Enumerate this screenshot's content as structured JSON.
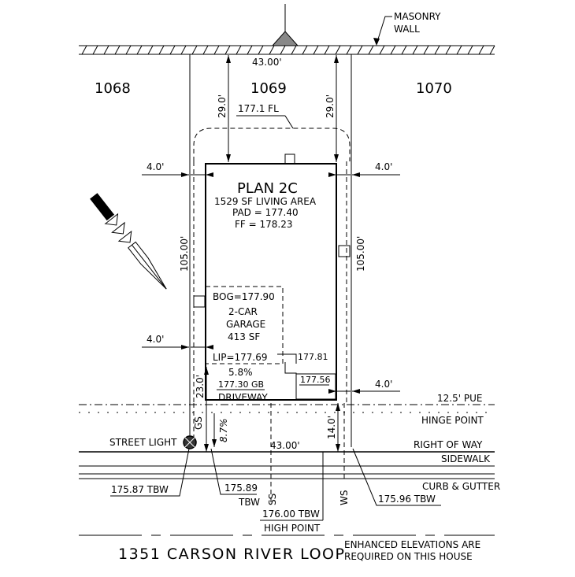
{
  "wall": {
    "label_line1": "MASONRY",
    "label_line2": "WALL"
  },
  "lots": {
    "left": "1068",
    "center": "1069",
    "right": "1070"
  },
  "dimensions": {
    "rear_width": "43.00'",
    "front_width": "43.00'",
    "rear_setback_left": "29.0'",
    "rear_setback_right": "29.0'",
    "side_setback_left_top": "4.0'",
    "side_setback_right_top": "4.0'",
    "side_setback_left_bottom": "4.0'",
    "side_setback_right_bottom": "4.0'",
    "depth_left": "105.00'",
    "depth_right": "105.00'",
    "front_setback_garage": "23.0'",
    "front_setback_right": "14.0'",
    "driveway_slope": "8.7%"
  },
  "flowline": "177.1 FL",
  "plan": {
    "name": "PLAN 2C",
    "living_area": "1529 SF LIVING AREA",
    "pad": "PAD = 177.40",
    "ff": "FF = 178.23"
  },
  "garage": {
    "bog": "BOG=177.90",
    "line1": "2-CAR",
    "line2": "GARAGE",
    "line3": "413 SF",
    "lip": "LIP=177.69"
  },
  "elevations": {
    "porch_top": "177.81",
    "porch_bottom": "177.56",
    "driveway_pct": "5.8%",
    "gb": "177.30 GB",
    "driveway": "DRIVEWAY"
  },
  "lines": {
    "pue": "12.5' PUE",
    "hinge": "HINGE POINT",
    "row": "RIGHT OF WAY",
    "sidewalk": "SIDEWALK",
    "curb": "CURB & GUTTER"
  },
  "utilities": {
    "gs": "GS",
    "ss": "SS",
    "ws": "WS"
  },
  "street_light": "STREET LIGHT",
  "tbw": {
    "left": "175.87 TBW",
    "mid_value": "175.89",
    "mid_unit": "TBW",
    "right": "175.96 TBW",
    "high_value": "176.00 TBW",
    "high_label": "HIGH POINT"
  },
  "street": "1351 CARSON RIVER LOOP",
  "note": {
    "line1": "ENHANCED ELEVATIONS ARE",
    "line2": "REQUIRED ON THIS HOUSE"
  }
}
